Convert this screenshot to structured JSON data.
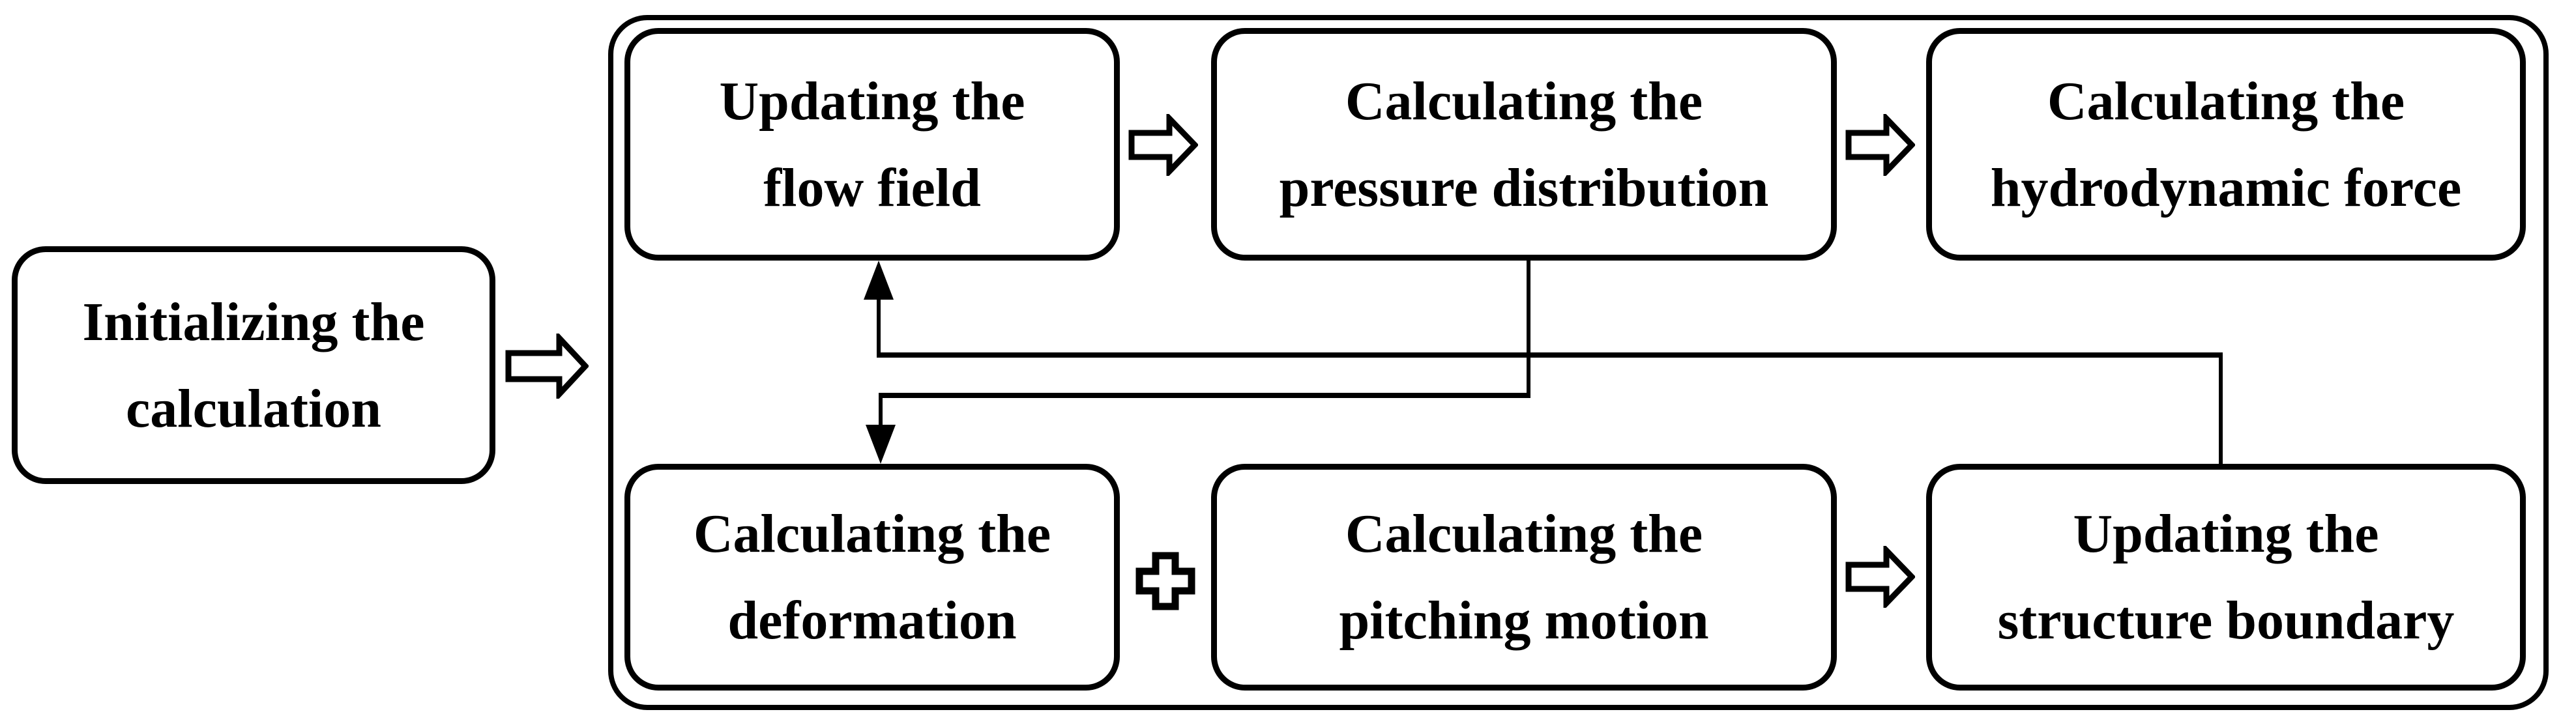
{
  "diagram": {
    "title": "Fluid-structure interaction calculation flowchart",
    "colors": {
      "stroke": "#000000",
      "background": "#ffffff"
    },
    "nodes": {
      "init": {
        "line1": "Initializing the",
        "line2": "calculation"
      },
      "flow": {
        "line1": "Updating the",
        "line2": "flow field"
      },
      "pressure": {
        "line1": "Calculating the",
        "line2": "pressure distribution"
      },
      "hydro": {
        "line1": "Calculating the",
        "line2": "hydrodynamic force"
      },
      "deform": {
        "line1": "Calculating the",
        "line2": "deformation"
      },
      "pitch": {
        "line1": "Calculating the",
        "line2": "pitching motion"
      },
      "boundary": {
        "line1": "Updating the",
        "line2": "structure boundary"
      }
    },
    "icons": {
      "block_arrow_right": "hollow right block arrow",
      "plus": "hollow plus sign",
      "arrow_up": "solid up arrowhead",
      "arrow_down": "solid down arrowhead"
    }
  }
}
